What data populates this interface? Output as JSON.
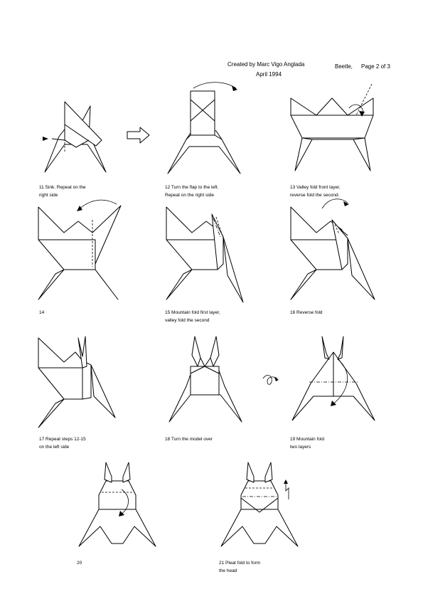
{
  "header": {
    "credit": "Created by Marc Vigo Anglada",
    "date": "April 1994",
    "title": "Beetle,",
    "page": "Page 2 of 3"
  },
  "steps": [
    {
      "l1": "11 Sink. Repeat on the",
      "l2": "right side"
    },
    {
      "l1": "12 Turn the flap to the left.",
      "l2": "Repeat on the right side"
    },
    {
      "l1": "13 Valley fold front layer,",
      "l2": "reverse fold the second."
    },
    {
      "l1": "14",
      "l2": ""
    },
    {
      "l1": "15 Mountain fold first layer,",
      "l2": "valley fold the second"
    },
    {
      "l1": "16 Reverse fold",
      "l2": ""
    },
    {
      "l1": "17 Repeat steps 12-15",
      "l2": "on the left side"
    },
    {
      "l1": "18 Turn the model over",
      "l2": ""
    },
    {
      "l1": "19 Mountain fold",
      "l2": "two layers"
    },
    {
      "l1": "20",
      "l2": ""
    },
    {
      "l1": "21 Pleat fold to form",
      "l2": "the head"
    }
  ]
}
